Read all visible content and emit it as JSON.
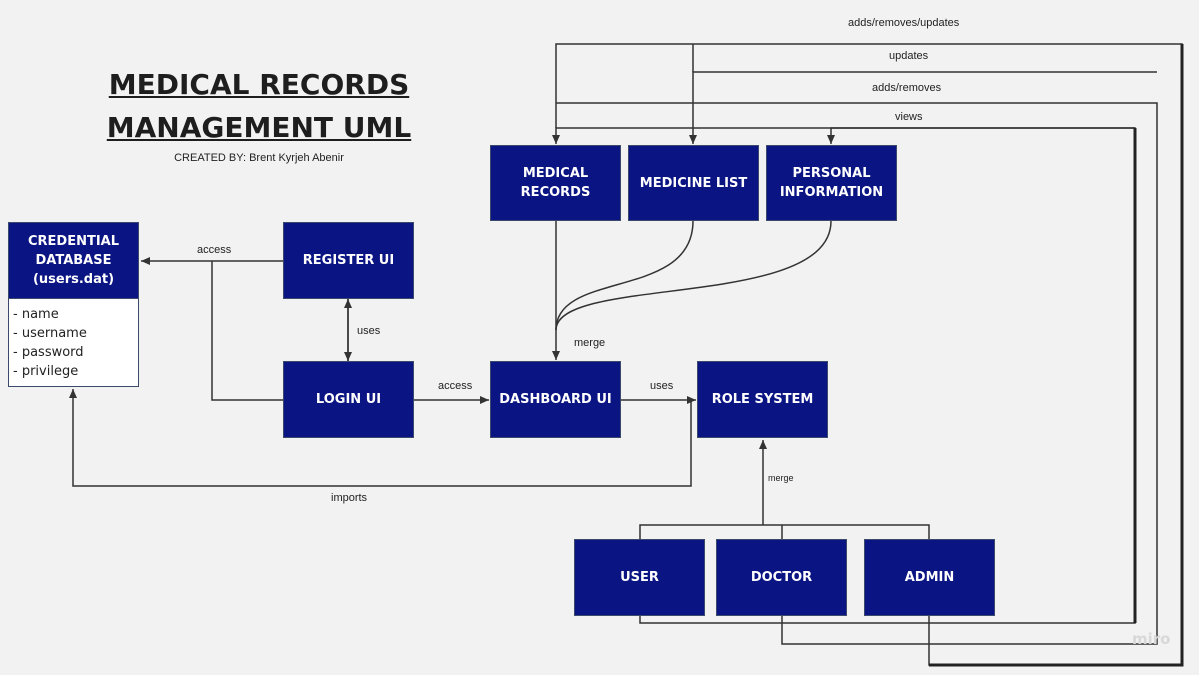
{
  "title_line1": "MEDICAL RECORDS",
  "title_line2": "MANAGEMENT UML",
  "subtitle": "CREATED BY: Brent Kyrjeh Abenir",
  "nodes": {
    "credential_database": "CREDENTIAL\nDATABASE\n(users.dat)",
    "register_ui": "REGISTER UI",
    "login_ui": "LOGIN UI",
    "dashboard_ui": "DASHBOARD UI",
    "role_system": "ROLE SYSTEM",
    "medical_records": "MEDICAL\nRECORDS",
    "medicine_list": "MEDICINE LIST",
    "personal_information": "PERSONAL\nINFORMATION",
    "user": "USER",
    "doctor": "DOCTOR",
    "admin": "ADMIN"
  },
  "database_fields": [
    "- name",
    "- username",
    "- password",
    "- privilege"
  ],
  "edge_labels": {
    "access_register": "access",
    "uses_register_login": "uses",
    "access_login": "access",
    "uses_dashboard": "uses",
    "imports": "imports",
    "merge_dashboard": "merge",
    "merge_roles": "merge",
    "adds_removes_updates": "adds/removes/updates",
    "updates": "updates",
    "adds_removes": "adds/removes",
    "views": "views"
  },
  "watermark": "miro",
  "colors": {
    "box_fill": "#0a1483",
    "line": "#333333",
    "background": "#f2f2f2"
  }
}
